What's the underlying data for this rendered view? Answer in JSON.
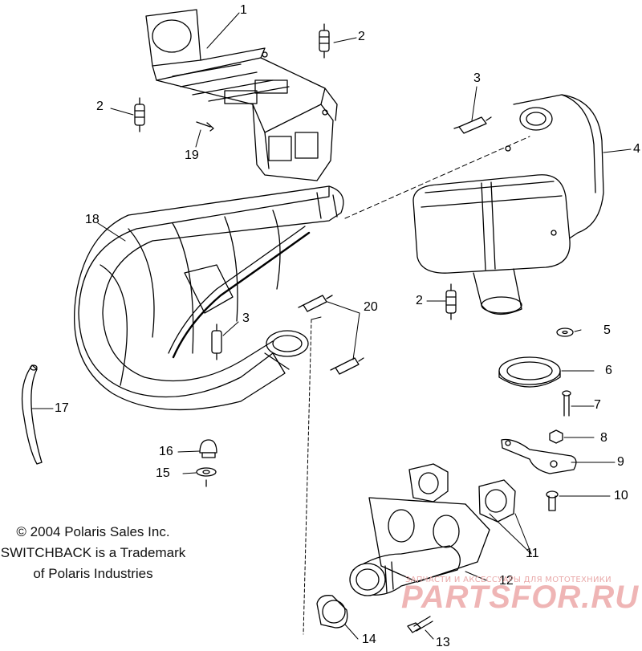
{
  "callouts": {
    "c1": "1",
    "c2a": "2",
    "c2b": "2",
    "c2c": "2",
    "c3a": "3",
    "c3b": "3",
    "c4": "4",
    "c5": "5",
    "c6": "6",
    "c7": "7",
    "c8": "8",
    "c9": "9",
    "c10": "10",
    "c11": "11",
    "c12": "12",
    "c13": "13",
    "c14": "14",
    "c15": "15",
    "c16": "16",
    "c17": "17",
    "c18": "18",
    "c19": "19",
    "c20": "20"
  },
  "notice": {
    "line1": "© 2004 Polaris Sales Inc.",
    "line2": "SWITCHBACK is a Trademark",
    "line3": "of Polaris Industries"
  },
  "watermark": {
    "tagline": "ЗАПЧАСТИ И АКСЕССУАРЫ ДЛЯ МОТОТЕХНИКИ",
    "logo": "PARTSFOR.RU"
  },
  "colors": {
    "line": "#000000",
    "watermark": "#e27878"
  }
}
